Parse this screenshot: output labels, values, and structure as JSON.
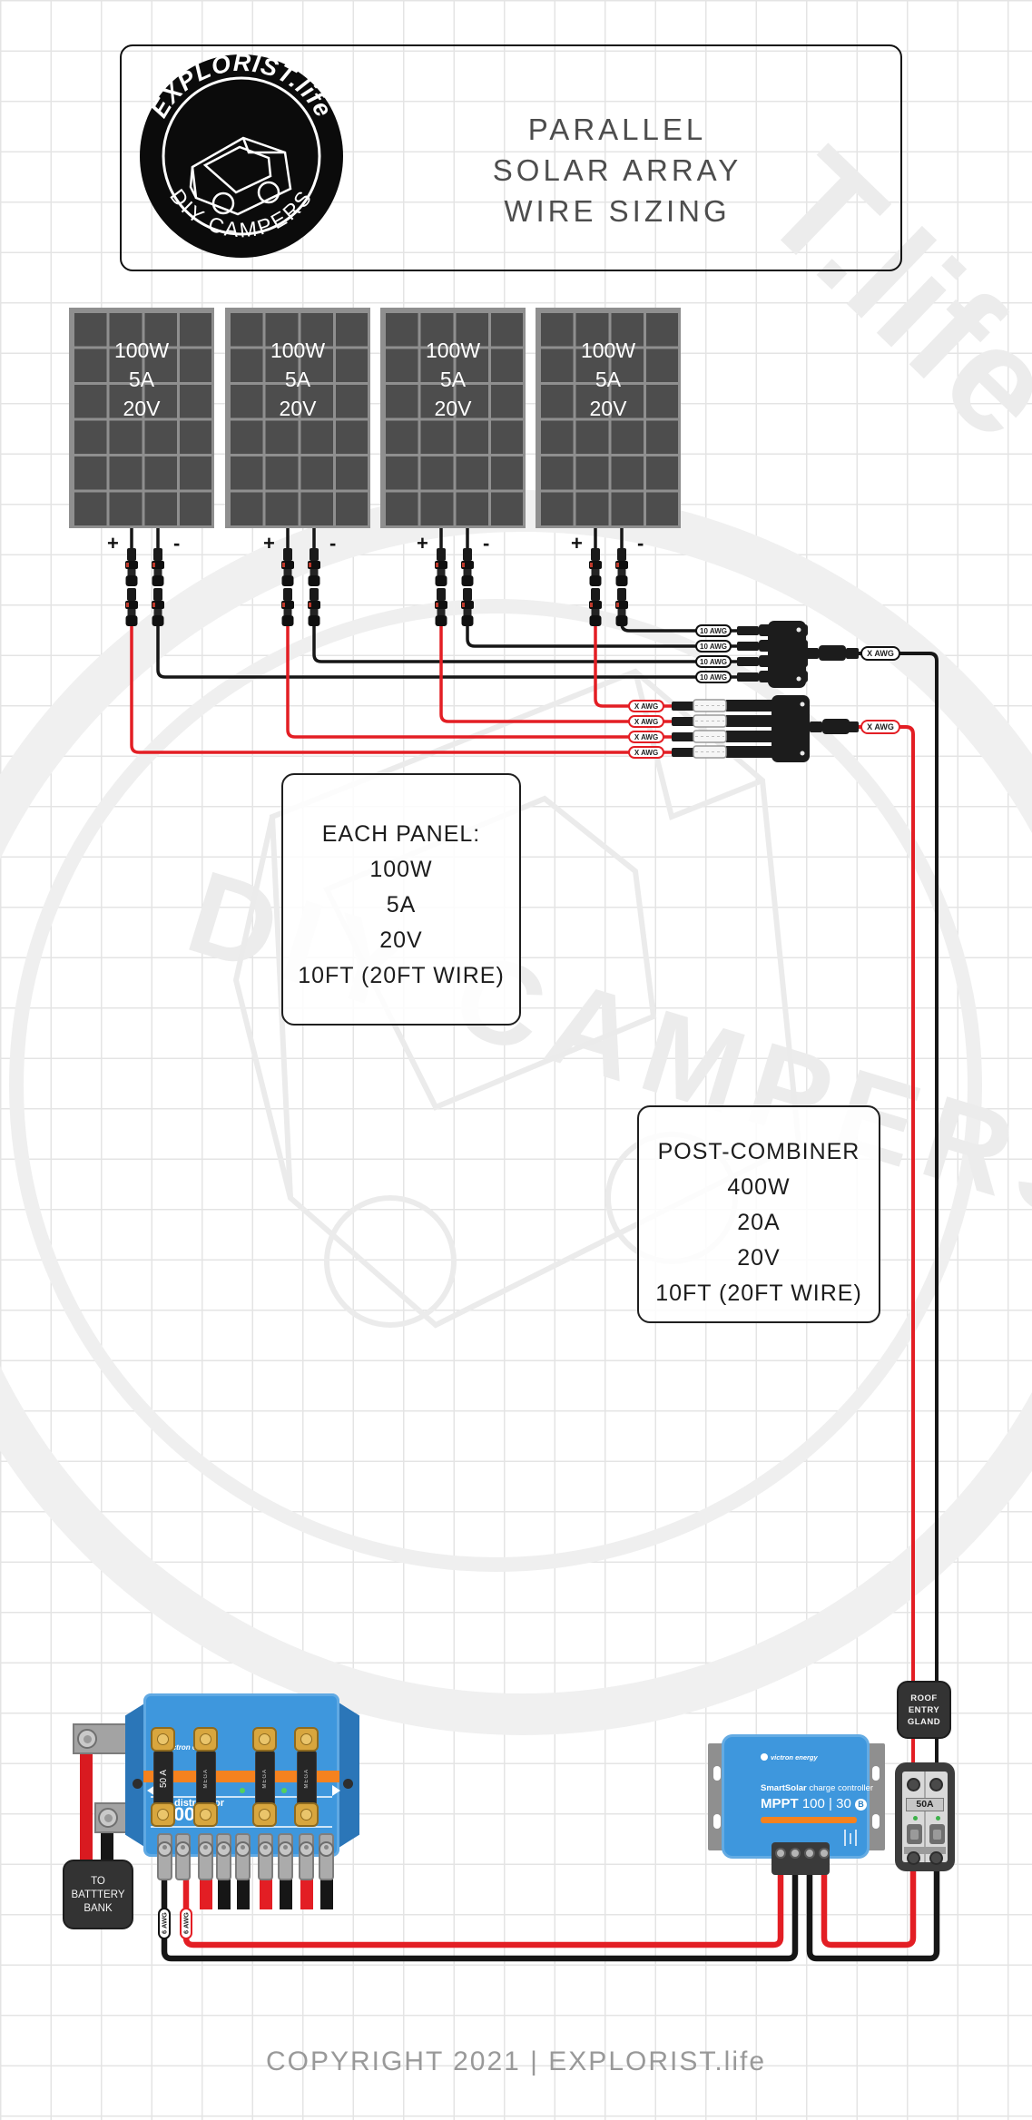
{
  "header": {
    "title_lines": [
      "PARALLEL",
      "SOLAR ARRAY",
      "WIRE SIZING"
    ],
    "logo": {
      "brand_top": "EXPLORIST.life",
      "brand_bottom": "DIY CAMPERS"
    }
  },
  "panels": [
    {
      "watts": "100W",
      "amps": "5A",
      "volts": "20V"
    },
    {
      "watts": "100W",
      "amps": "5A",
      "volts": "20V"
    },
    {
      "watts": "100W",
      "amps": "5A",
      "volts": "20V"
    },
    {
      "watts": "100W",
      "amps": "5A",
      "volts": "20V"
    }
  ],
  "panel_labels": {
    "plus": "+",
    "minus": "-"
  },
  "wiring": {
    "negative_lead_labels": [
      "10 AWG",
      "10 AWG",
      "10 AWG",
      "10 AWG"
    ],
    "positive_lead_labels": [
      "X AWG",
      "X AWG",
      "X AWG",
      "X AWG"
    ],
    "negative_trunk_label": "X AWG",
    "positive_trunk_label": "X AWG",
    "battery_negative_label": "6 AWG",
    "battery_positive_label": "6 AWG"
  },
  "notes": {
    "each_panel": {
      "lines": [
        "EACH PANEL:",
        "100W",
        "5A",
        "20V",
        "10FT (20FT WIRE)"
      ]
    },
    "post_combiner": {
      "lines": [
        "POST-COMBINER",
        "400W",
        "20A",
        "20V",
        "10FT (20FT WIRE)"
      ]
    }
  },
  "components": {
    "battery_bank": {
      "lines": [
        "TO",
        "BATTTERY",
        "BANK"
      ]
    },
    "distributor": {
      "brand": "victron energy",
      "fuse_rating": "50 A",
      "fuse_text": "MEGA",
      "model": "distributor",
      "model_number": "1000",
      "dc_label": "DC"
    },
    "mppt": {
      "brand": "victron energy",
      "product": "SmartSolar",
      "product_suffix": " charge controller",
      "model_bold": "MPPT",
      "model_rest": " 100 | 30",
      "bluetooth": "B"
    },
    "breaker": {
      "rating": "50A"
    },
    "roof_gland": {
      "lines": [
        "ROOF",
        "ENTRY",
        "GLAND"
      ]
    }
  },
  "watermark": {
    "text_top": "T.life",
    "text_bottom": "DIY CAMPERS"
  },
  "footer": {
    "copyright": "COPYRIGHT 2021 | EXPLORIST.life"
  },
  "colors": {
    "positive_wire": "#e31e24",
    "negative_wire": "#161616",
    "victron_blue": "#3e97dd",
    "accent_orange": "#f5821f",
    "grid_line": "#e4e4e4"
  }
}
